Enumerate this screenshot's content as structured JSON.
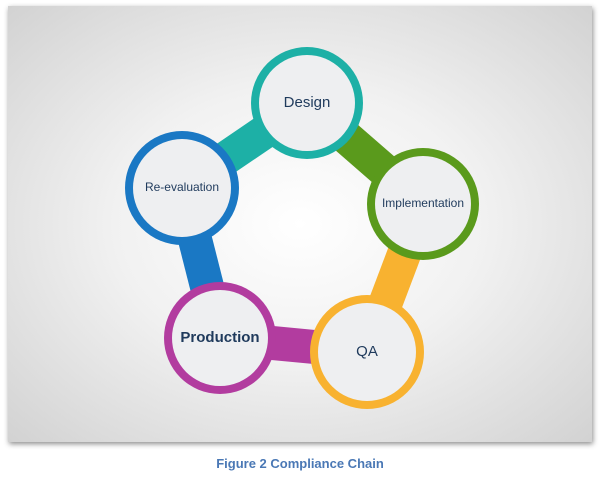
{
  "nodes": [
    {
      "id": "design",
      "label": "Design",
      "color": "#1db0a6"
    },
    {
      "id": "implementation",
      "label": "Implementation",
      "color": "#5a9a1c"
    },
    {
      "id": "qa",
      "label": "QA",
      "color": "#f8b230"
    },
    {
      "id": "production",
      "label": "Production",
      "color": "#b23c9f"
    },
    {
      "id": "re-evaluation",
      "label": "Re-evaluation",
      "color": "#1a78c4"
    }
  ],
  "caption": "Figure 2 Compliance Chain"
}
